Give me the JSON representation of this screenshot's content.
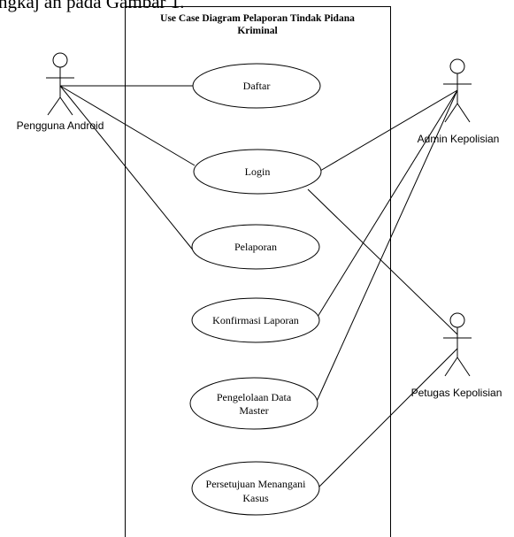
{
  "top_caption": "ngkaj an pada Gambar 1.",
  "system": {
    "title_line1": "Use Case Diagram Pelaporan Tindak Pidana",
    "title_line2": "Kriminal"
  },
  "actors": {
    "pengguna": "Pengguna Android",
    "admin": "Admin Kepolisian",
    "petugas": "Petugas Kepolisian"
  },
  "use_cases": {
    "daftar": "Daftar",
    "login": "Login",
    "pelaporan": "Pelaporan",
    "konfirmasi": "Konfirmasi Laporan",
    "pengelolaan_1": "Pengelolaan Data",
    "pengelolaan_2": "Master",
    "persetujuan_1": "Persetujuan Menangani",
    "persetujuan_2": "Kasus"
  }
}
